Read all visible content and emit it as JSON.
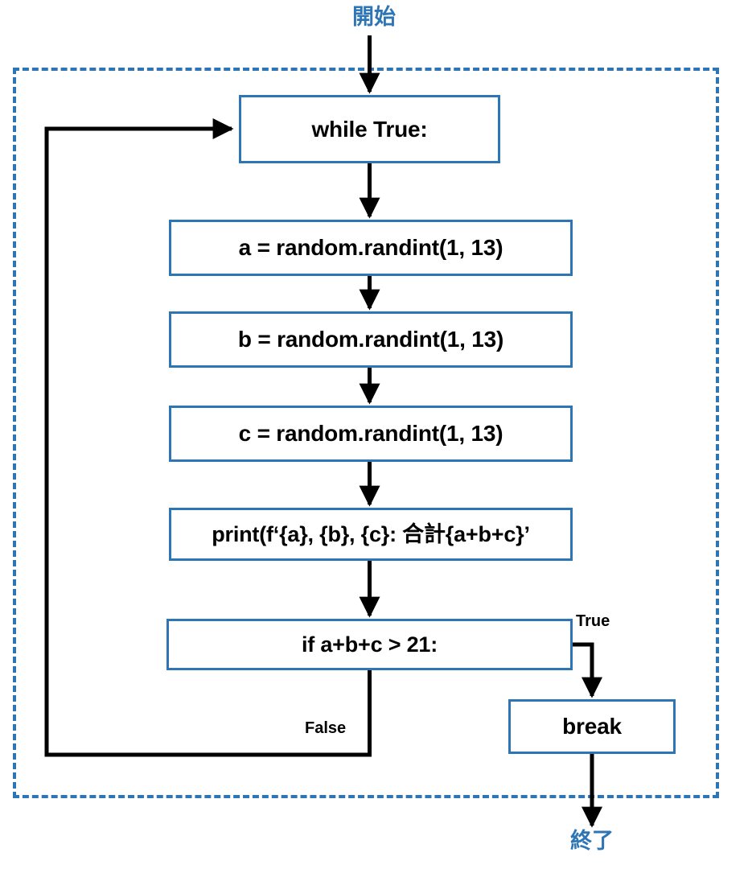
{
  "diagram": {
    "type": "flowchart",
    "title_text": "",
    "colors": {
      "accent_blue": "#2e75b6",
      "node_fill": "#ffffff",
      "connector_black": "#000000",
      "text_black": "#000000"
    },
    "terminals": {
      "start": "開始",
      "end": "終了"
    },
    "nodes": [
      {
        "id": "while",
        "label": "while True:"
      },
      {
        "id": "assign_a",
        "label": "a = random.randint(1, 13)"
      },
      {
        "id": "assign_b",
        "label": "b = random.randint(1, 13)"
      },
      {
        "id": "assign_c",
        "label": "c = random.randint(1, 13)"
      },
      {
        "id": "print",
        "label": "print(f‘{a}, {b}, {c}: 合計{a+b+c}’"
      },
      {
        "id": "if",
        "label": "if a+b+c > 21:"
      },
      {
        "id": "break",
        "label": "break"
      }
    ],
    "edge_labels": {
      "true": "True",
      "false": "False"
    },
    "loop_region": {
      "style": "dashed",
      "color": "#2e75b6"
    }
  }
}
